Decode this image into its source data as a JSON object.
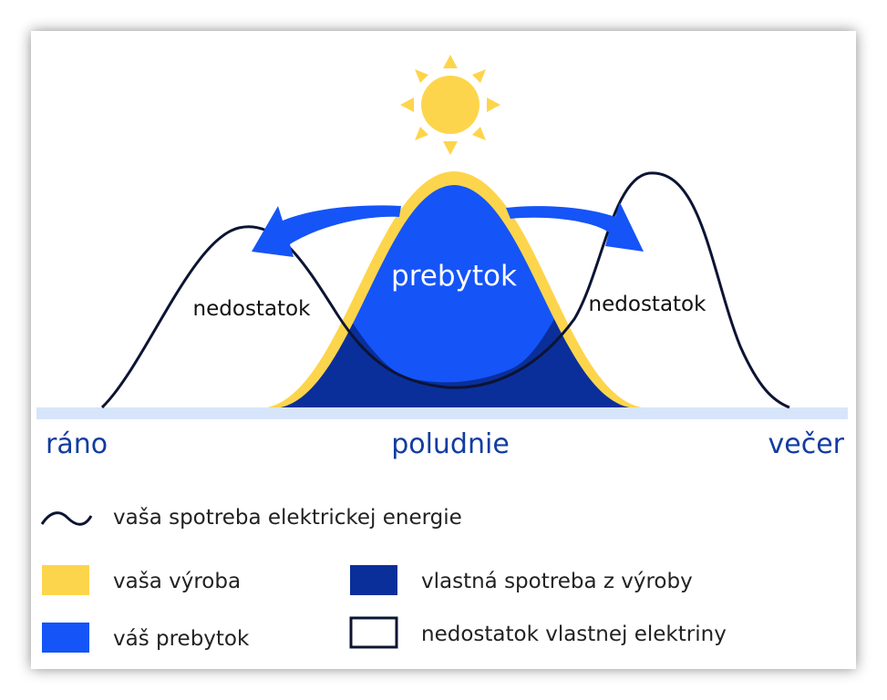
{
  "colors": {
    "production": "#fdd54c",
    "surplus": "#1554f7",
    "self_consumption": "#0a2f9a",
    "consumption_line": "#0d1433",
    "baseline": "#d7e5fb",
    "time_text": "#123ca1"
  },
  "diagram": {
    "surplus_label": "prebytok",
    "deficit_left_label": "nedostatok",
    "deficit_right_label": "nedostatok",
    "time_labels": {
      "morning": "ráno",
      "noon": "poludnie",
      "evening": "večer"
    },
    "icons": [
      "sun-icon",
      "left-arrow-icon",
      "right-arrow-icon"
    ]
  },
  "legend": {
    "consumption": "vaša spotreba elektrickej energie",
    "production": "vaša výroba",
    "surplus": "váš prebytok",
    "self_consumption": "vlastná spotreba z výroby",
    "deficit": "nedostatok vlastnej elektriny"
  }
}
